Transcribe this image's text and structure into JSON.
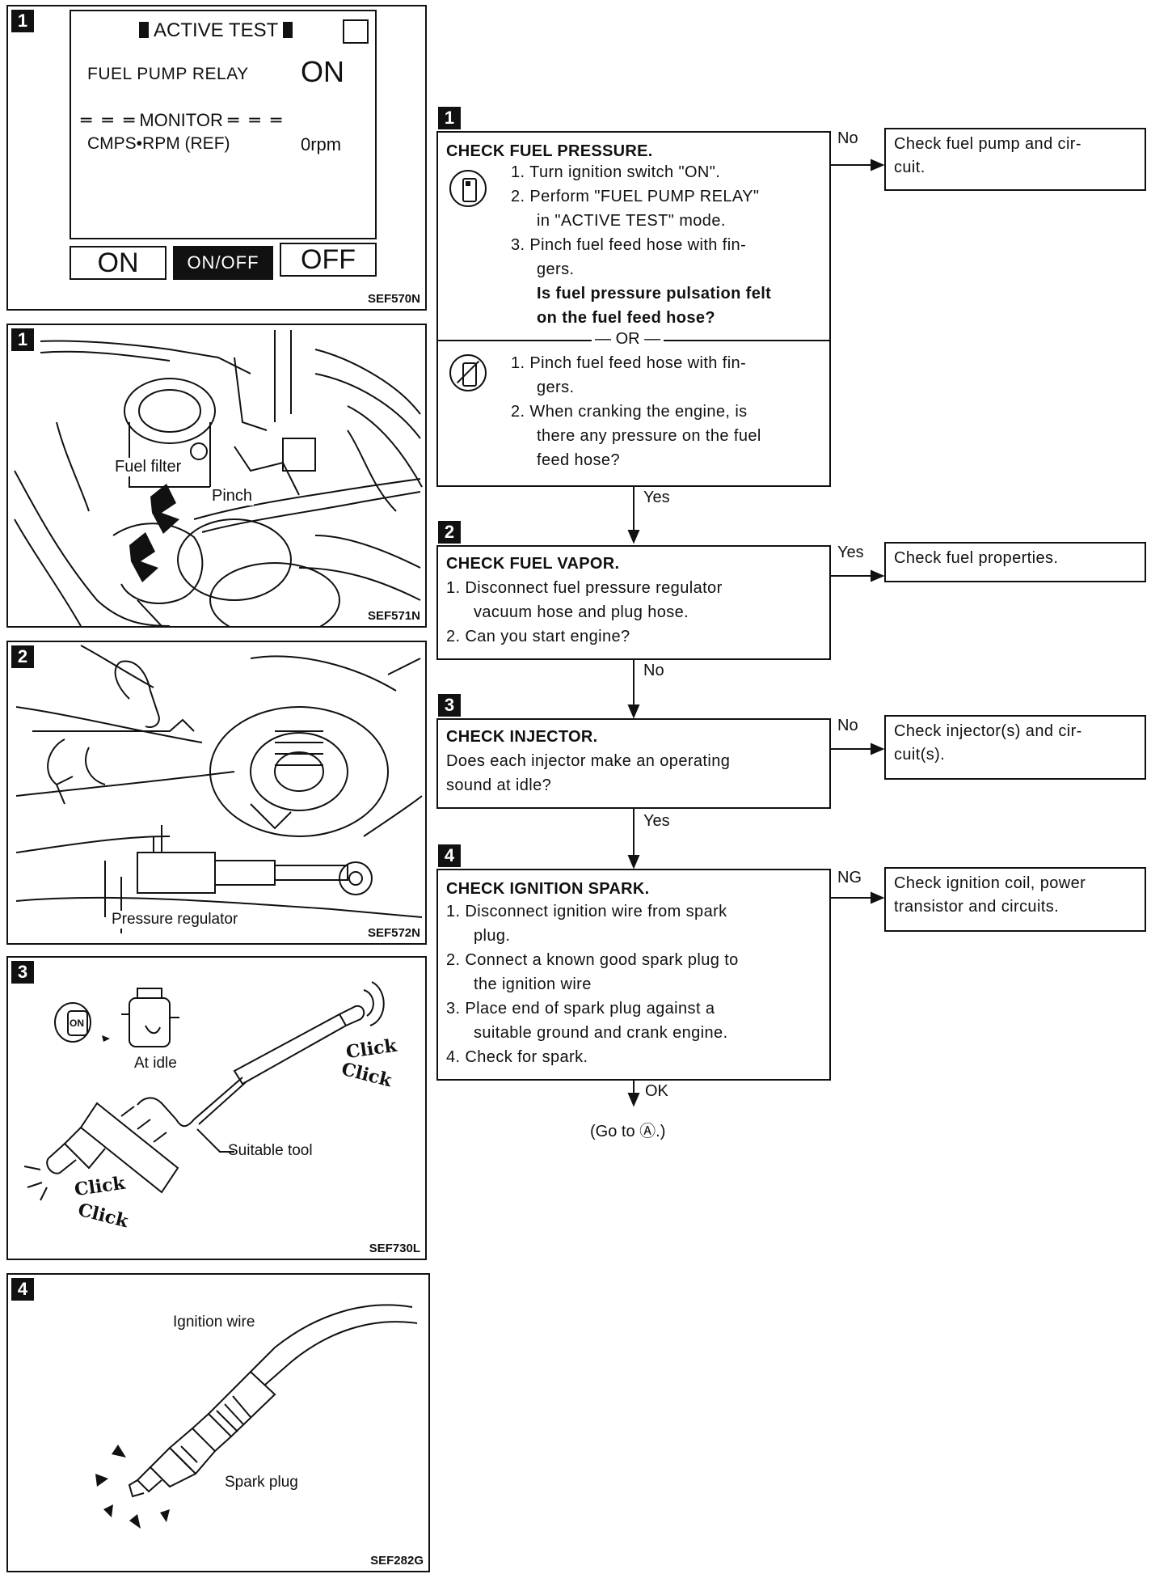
{
  "panels": {
    "active_test": {
      "badge": "1",
      "title": "ACTIVE TEST",
      "relay_label": "FUEL PUMP RELAY",
      "relay_value": "ON",
      "monitor_label": "MONITOR",
      "rpm_label": "CMPS•RPM (REF)",
      "rpm_value": "0rpm",
      "btn_on": "ON",
      "btn_onoff": "ON/OFF",
      "btn_off": "OFF",
      "code": "SEF570N"
    },
    "fuel_filter": {
      "badge": "1",
      "label_filter": "Fuel filter",
      "label_pinch": "Pinch",
      "code": "SEF571N"
    },
    "pressure_regulator": {
      "badge": "2",
      "label": "Pressure regulator",
      "code": "SEF572N"
    },
    "injector": {
      "badge": "3",
      "at_idle": "At idle",
      "tool": "Suitable tool",
      "click_a": "Click",
      "click_b": "Click",
      "click_c": "Click",
      "click_d": "Click",
      "key": "ON",
      "code": "SEF730L"
    },
    "spark": {
      "badge": "4",
      "wire": "Ignition wire",
      "plug": "Spark plug",
      "code": "SEF282G"
    }
  },
  "flow": {
    "step1": {
      "badge": "1",
      "title": "CHECK FUEL PRESSURE.",
      "items_a": [
        "1. Turn ignition switch \"ON\".",
        "2. Perform \"FUEL PUMP RELAY\"",
        "in \"ACTIVE TEST\" mode.",
        "3. Pinch fuel feed hose with fin-",
        "gers."
      ],
      "question": "Is fuel pressure pulsation felt",
      "question2": "on the fuel feed hose?",
      "or": "OR",
      "items_b": [
        "1. Pinch fuel feed hose with fin-",
        "gers.",
        "2. When cranking the engine, is",
        "there any pressure on the fuel",
        "feed hose?"
      ],
      "no_label": "No",
      "no_result": "Check fuel pump and cir-",
      "no_result2": "cuit.",
      "yes_label": "Yes"
    },
    "step2": {
      "badge": "2",
      "title": "CHECK FUEL VAPOR.",
      "items": [
        "1. Disconnect fuel pressure regulator",
        "vacuum hose and plug hose.",
        "2. Can you start engine?"
      ],
      "yes_label": "Yes",
      "yes_result": "Check fuel properties.",
      "no_label": "No"
    },
    "step3": {
      "badge": "3",
      "title": "CHECK INJECTOR.",
      "text1": "Does each injector make an operating",
      "text2": "sound at idle?",
      "no_label": "No",
      "no_result": "Check injector(s) and cir-",
      "no_result2": "cuit(s).",
      "yes_label": "Yes"
    },
    "step4": {
      "badge": "4",
      "title": "CHECK IGNITION SPARK.",
      "items": [
        "1. Disconnect ignition wire from spark",
        "plug.",
        "2. Connect a known good spark plug to",
        "the ignition wire",
        "3. Place end of spark plug against a",
        "suitable ground and crank engine.",
        "4. Check for spark."
      ],
      "ng_label": "NG",
      "ng_result": "Check ignition coil, power",
      "ng_result2": "transistor and circuits.",
      "ok_label": "OK",
      "goto": "(Go to Ⓐ.)"
    }
  }
}
